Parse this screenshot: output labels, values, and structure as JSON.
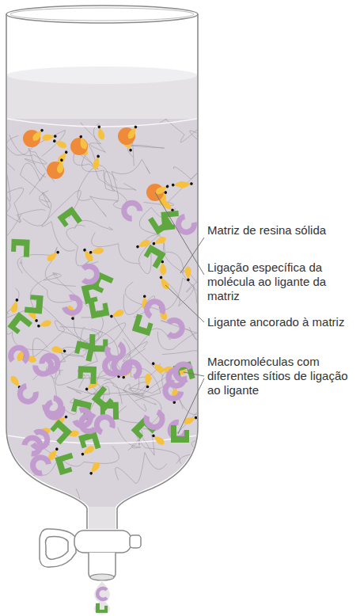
{
  "diagram": {
    "labels": [
      "Matriz de resina sólida",
      "Ligação específica da molécula ao ligante da matriz",
      "Ligante ancorado à matriz",
      "Macromoléculas com diferentes sítios de ligação ao ligante"
    ]
  }
}
